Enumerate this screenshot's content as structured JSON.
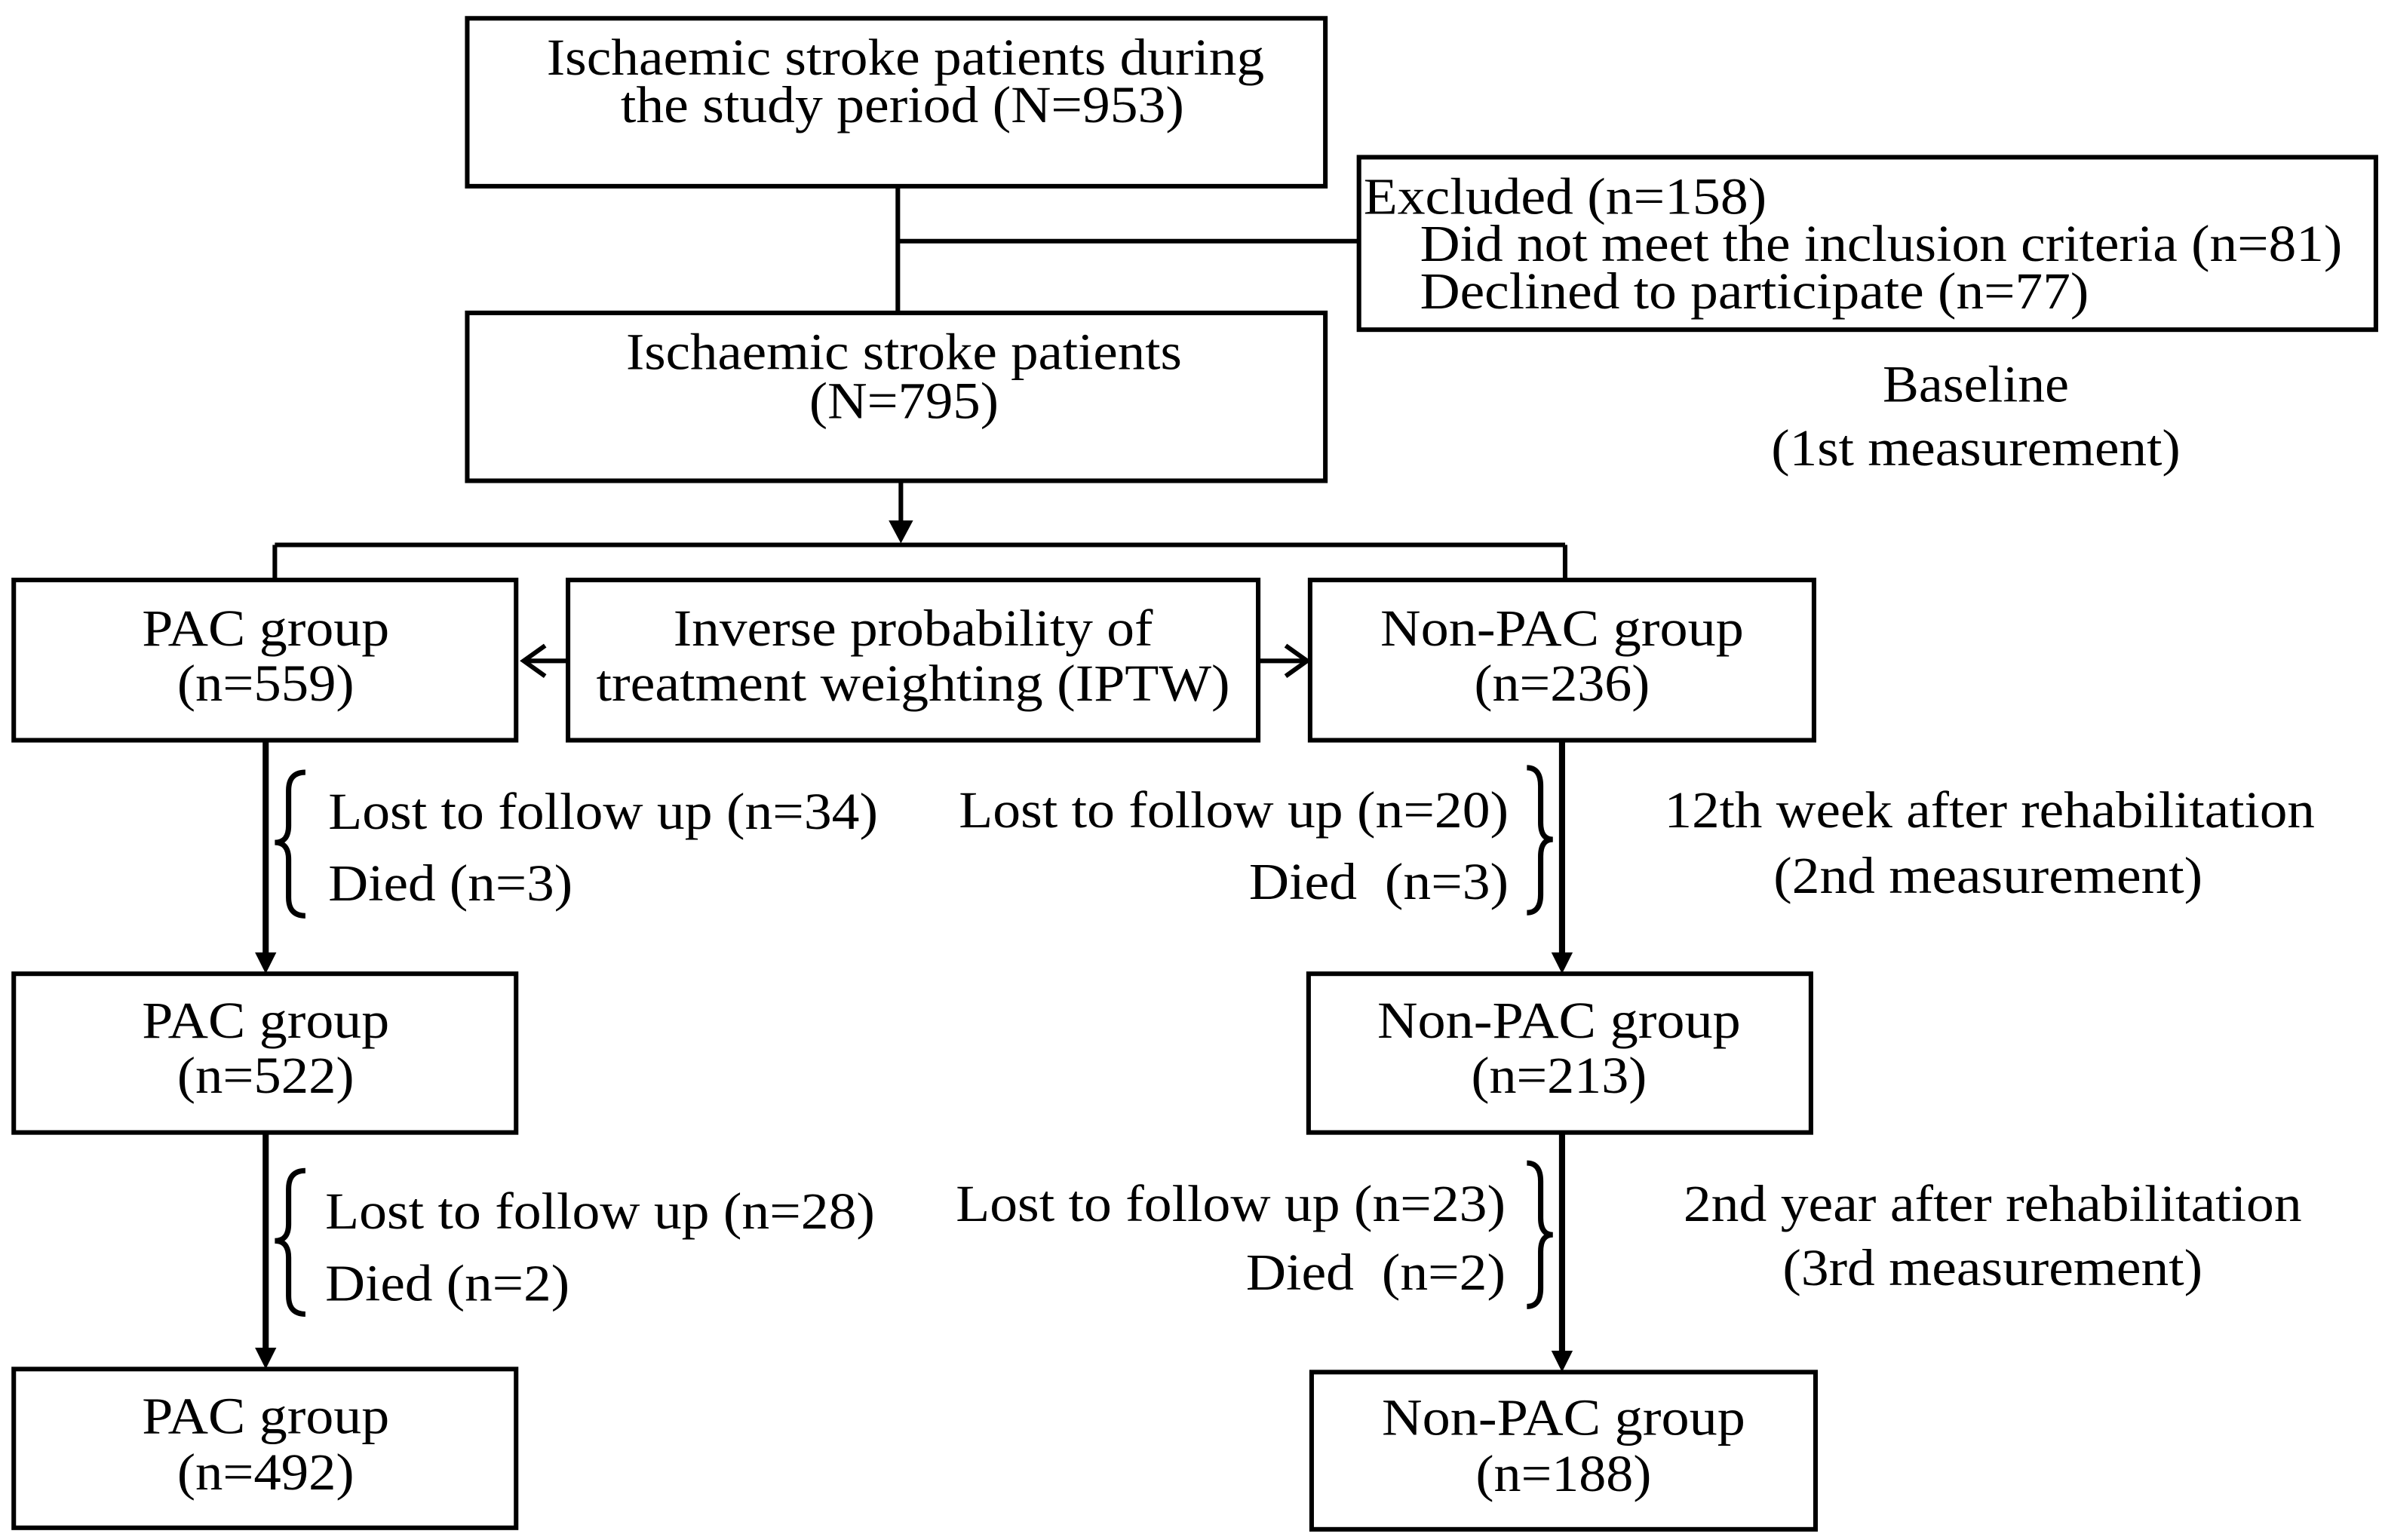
{
  "enrollment": {
    "line1": "Ischaemic stroke patients during",
    "line2": "the study period (N=953)"
  },
  "excluded": {
    "title": "Excluded (n=158)",
    "reasons": [
      "Did not meet the inclusion criteria (n=81)",
      "Declined to participate (n=77)"
    ]
  },
  "included": {
    "line1": "Ischaemic stroke patients",
    "line2": "(N=795)"
  },
  "baseline": {
    "label": "Baseline",
    "measurement": "(1st measurement)"
  },
  "weighting": {
    "line1": "Inverse probability of",
    "line2": "treatment weighting (IPTW)"
  },
  "groups": {
    "pac": [
      {
        "label": "PAC group",
        "count": "(n=559)"
      },
      {
        "label": "PAC group",
        "count": "(n=522)"
      },
      {
        "label": "PAC group",
        "count": "(n=492)"
      }
    ],
    "non_pac": [
      {
        "label": "Non-PAC group",
        "count": "(n=236)"
      },
      {
        "label": "Non-PAC group",
        "count": "(n=213)"
      },
      {
        "label": "Non-PAC group",
        "count": "(n=188)"
      }
    ]
  },
  "follow_ups": [
    {
      "timepoint": "12th week after rehabilitation",
      "measurement": "(2nd measurement)",
      "pac": {
        "lost": "Lost to follow up (n=34)",
        "died": "Died (n=3)"
      },
      "non_pac": {
        "lost": "Lost to follow up (n=20)",
        "died": "Died  (n=3)"
      }
    },
    {
      "timepoint": "2nd year after rehabilitation",
      "measurement": "(3rd measurement)",
      "pac": {
        "lost": "Lost to follow up (n=28)",
        "died": "Died (n=2)"
      },
      "non_pac": {
        "lost": "Lost to follow up (n=23)",
        "died": "Died  (n=2)"
      }
    }
  ]
}
